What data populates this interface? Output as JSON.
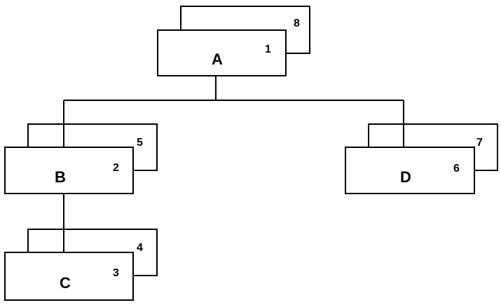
{
  "nodes": {
    "a": {
      "label": "A",
      "front_number": "1",
      "back_number": "8"
    },
    "b": {
      "label": "B",
      "front_number": "2",
      "back_number": "5"
    },
    "c": {
      "label": "C",
      "front_number": "3",
      "back_number": "4"
    },
    "d": {
      "label": "D",
      "front_number": "6",
      "back_number": "7"
    }
  },
  "edges": [
    {
      "from": "A",
      "to": "B"
    },
    {
      "from": "A",
      "to": "D"
    },
    {
      "from": "B",
      "to": "C"
    }
  ]
}
